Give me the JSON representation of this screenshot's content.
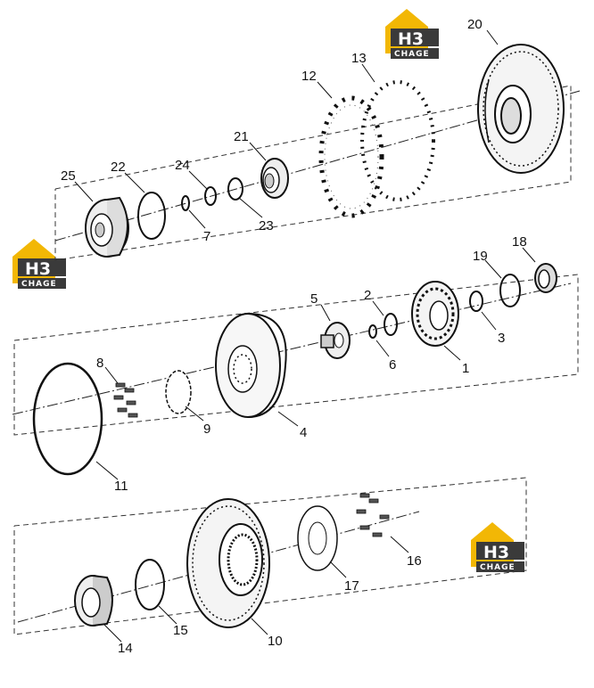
{
  "logo": {
    "main": "H3",
    "sub": "CHAGE",
    "accent": "#f2b705",
    "dark": "#3a3a3a"
  },
  "callouts": {
    "p1": "1",
    "p2": "2",
    "p3": "3",
    "p4": "4",
    "p5": "5",
    "p6": "6",
    "p7": "7",
    "p8": "8",
    "p9": "9",
    "p10": "10",
    "p11": "11",
    "p12": "12",
    "p13": "13",
    "p14": "14",
    "p15": "15",
    "p16": "16",
    "p17": "17",
    "p18": "18",
    "p19": "19",
    "p20": "20",
    "p21": "21",
    "p22": "22",
    "p23": "23",
    "p24": "24",
    "p25": "25"
  }
}
